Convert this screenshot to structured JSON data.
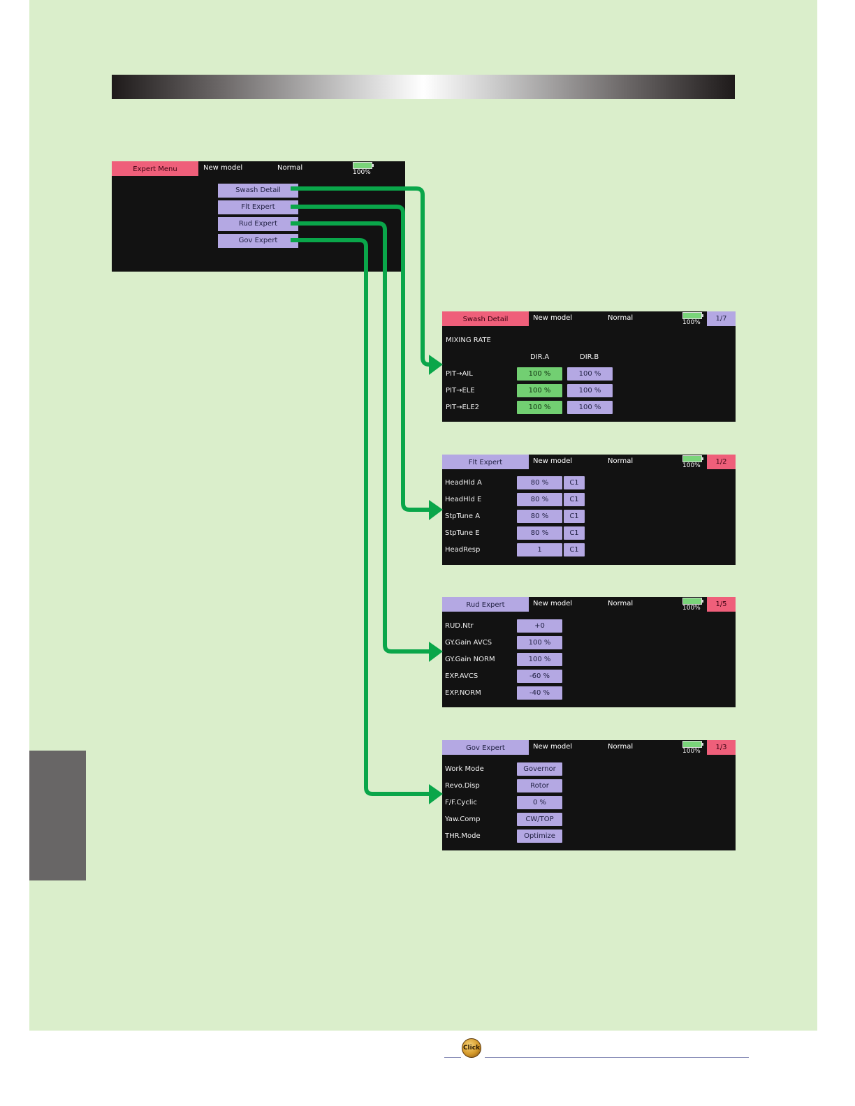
{
  "main_screen": {
    "title": "Expert Menu",
    "model": "New model",
    "condition": "Normal",
    "battery": "100%",
    "menu_items": [
      "Swash Detail",
      "Flt Expert",
      "Rud Expert",
      "Gov Expert"
    ]
  },
  "swash_screen": {
    "title": "Swash Detail",
    "model": "New model",
    "condition": "Normal",
    "battery": "100%",
    "page": "1/7",
    "section": "MIXING RATE",
    "col_a": "DIR.A",
    "col_b": "DIR.B",
    "rows": [
      {
        "label": "PIT→AIL",
        "a": "100 %",
        "b": "100 %"
      },
      {
        "label": "PIT→ELE",
        "a": "100 %",
        "b": "100 %"
      },
      {
        "label": "PIT→ELE2",
        "a": "100 %",
        "b": "100 %"
      }
    ]
  },
  "flt_screen": {
    "title": "Flt Expert",
    "model": "New model",
    "condition": "Normal",
    "battery": "100%",
    "page": "1/2",
    "rows": [
      {
        "label": "HeadHld A",
        "value": "80 %",
        "sw": "C1"
      },
      {
        "label": "HeadHld E",
        "value": "80 %",
        "sw": "C1"
      },
      {
        "label": "StpTune A",
        "value": "80 %",
        "sw": "C1"
      },
      {
        "label": "StpTune E",
        "value": "80 %",
        "sw": "C1"
      },
      {
        "label": "HeadResp",
        "value": "1",
        "sw": "C1"
      }
    ]
  },
  "rud_screen": {
    "title": "Rud Expert",
    "model": "New model",
    "condition": "Normal",
    "battery": "100%",
    "page": "1/5",
    "rows": [
      {
        "label": "RUD.Ntr",
        "value": "+0"
      },
      {
        "label": "GY.Gain AVCS",
        "value": "100 %"
      },
      {
        "label": "GY.Gain NORM",
        "value": "100 %"
      },
      {
        "label": "EXP.AVCS",
        "value": "-60 %"
      },
      {
        "label": "EXP.NORM",
        "value": "-40 %"
      }
    ]
  },
  "gov_screen": {
    "title": "Gov Expert",
    "model": "New model",
    "condition": "Normal",
    "battery": "100%",
    "page": "1/3",
    "rows": [
      {
        "label": "Work Mode",
        "value": "Governor"
      },
      {
        "label": "Revo.Disp",
        "value": "Rotor"
      },
      {
        "label": "F/F.Cyclic",
        "value": "0 %"
      },
      {
        "label": "Yaw.Comp",
        "value": "CW/TOP"
      },
      {
        "label": "THR.Mode",
        "value": "Optimize"
      }
    ]
  },
  "footer": {
    "click_label": "Click"
  },
  "colors": {
    "page_bg": "#daeecb",
    "screen_bg": "#121212",
    "arrow": "#0aa64a",
    "pink": "#ef5f7a",
    "lavender": "#b4a8e3",
    "green_field": "#72cf72"
  }
}
